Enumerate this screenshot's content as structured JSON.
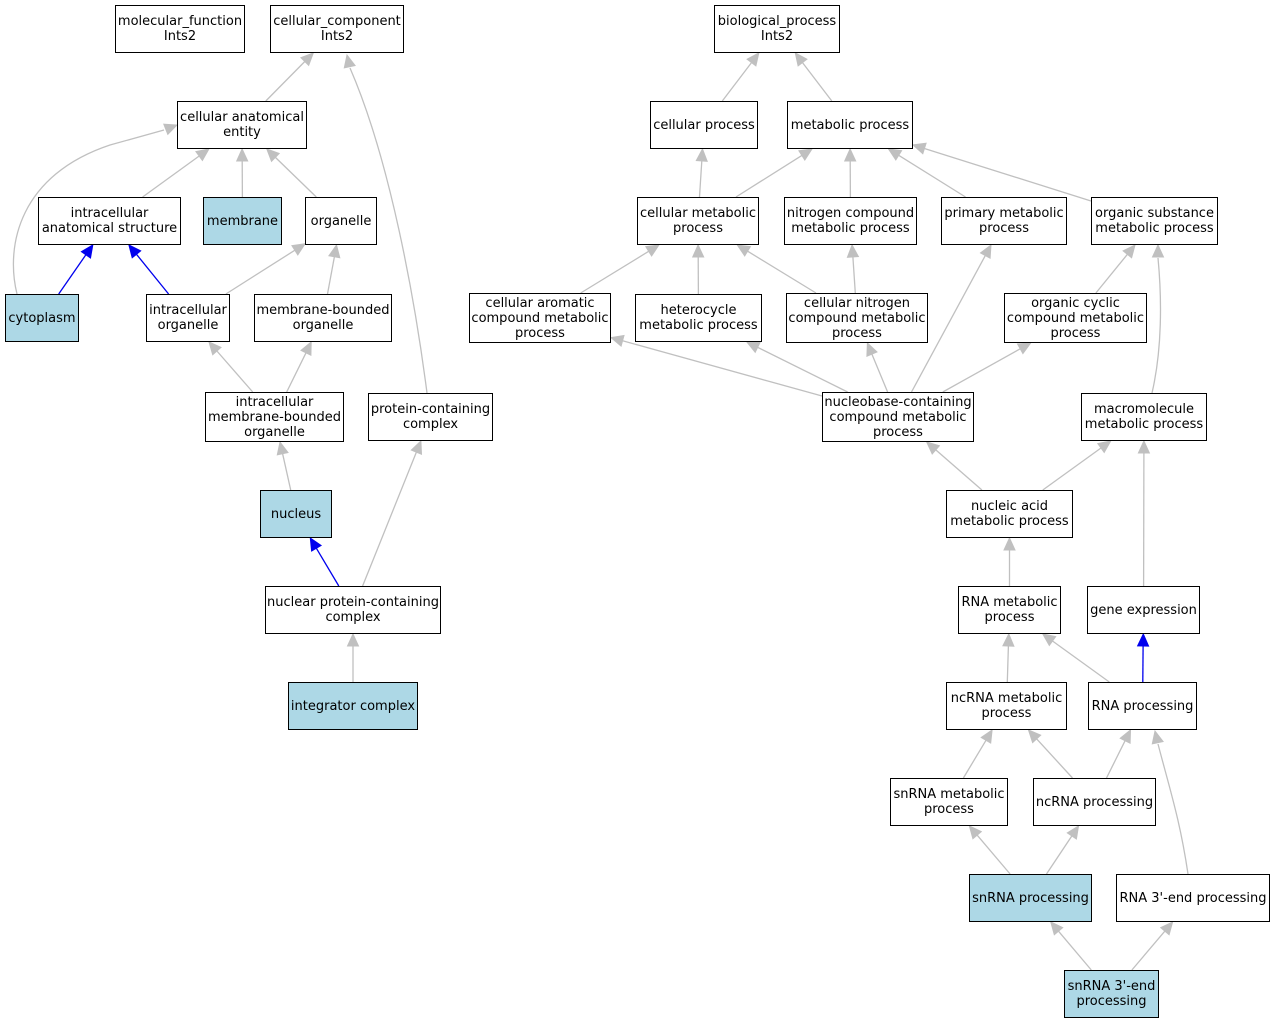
{
  "colors": {
    "highlight": "#add8e6",
    "plain": "#ffffff",
    "edge_gray": "#c0c0c0",
    "edge_blue": "#0000ee"
  },
  "nodes": [
    {
      "id": "mf",
      "label": "molecular_function\nInts2",
      "highlight": false
    },
    {
      "id": "cc",
      "label": "cellular_component\nInts2",
      "highlight": false
    },
    {
      "id": "bp",
      "label": "biological_process\nInts2",
      "highlight": false
    },
    {
      "id": "cae",
      "label": "cellular anatomical\nentity",
      "highlight": false
    },
    {
      "id": "cp",
      "label": "cellular process",
      "highlight": false
    },
    {
      "id": "mp",
      "label": "metabolic process",
      "highlight": false
    },
    {
      "id": "ias",
      "label": "intracellular\nanatomical structure",
      "highlight": false
    },
    {
      "id": "mem",
      "label": "membrane",
      "highlight": true
    },
    {
      "id": "org",
      "label": "organelle",
      "highlight": false
    },
    {
      "id": "cmp",
      "label": "cellular metabolic\nprocess",
      "highlight": false
    },
    {
      "id": "ncmp",
      "label": "nitrogen compound\nmetabolic process",
      "highlight": false
    },
    {
      "id": "pmp",
      "label": "primary metabolic\nprocess",
      "highlight": false
    },
    {
      "id": "osmp",
      "label": "organic substance\nmetabolic process",
      "highlight": false
    },
    {
      "id": "cyto",
      "label": "cytoplasm",
      "highlight": true
    },
    {
      "id": "io",
      "label": "intracellular\norganelle",
      "highlight": false
    },
    {
      "id": "mbo",
      "label": "membrane-bounded\norganelle",
      "highlight": false
    },
    {
      "id": "cacmp",
      "label": "cellular aromatic\ncompound metabolic\nprocess",
      "highlight": false
    },
    {
      "id": "hmp",
      "label": "heterocycle\nmetabolic process",
      "highlight": false
    },
    {
      "id": "cncmp",
      "label": "cellular nitrogen\ncompound metabolic\nprocess",
      "highlight": false
    },
    {
      "id": "occmp",
      "label": "organic cyclic\ncompound metabolic\nprocess",
      "highlight": false
    },
    {
      "id": "imbo",
      "label": "intracellular\nmembrane-bounded\norganelle",
      "highlight": false
    },
    {
      "id": "pcc",
      "label": "protein-containing\ncomplex",
      "highlight": false
    },
    {
      "id": "nbcmp",
      "label": "nucleobase-containing\ncompound metabolic\nprocess",
      "highlight": false
    },
    {
      "id": "macmp",
      "label": "macromolecule\nmetabolic process",
      "highlight": false
    },
    {
      "id": "nuc",
      "label": "nucleus",
      "highlight": true
    },
    {
      "id": "namp",
      "label": "nucleic acid\nmetabolic process",
      "highlight": false
    },
    {
      "id": "npcc",
      "label": "nuclear protein-containing\ncomplex",
      "highlight": false
    },
    {
      "id": "rmp",
      "label": "RNA metabolic\nprocess",
      "highlight": false
    },
    {
      "id": "ge",
      "label": "gene expression",
      "highlight": false
    },
    {
      "id": "intc",
      "label": "integrator complex",
      "highlight": true
    },
    {
      "id": "ncrmp",
      "label": "ncRNA metabolic\nprocess",
      "highlight": false
    },
    {
      "id": "rp",
      "label": "RNA processing",
      "highlight": false
    },
    {
      "id": "snmp",
      "label": "snRNA metabolic\nprocess",
      "highlight": false
    },
    {
      "id": "ncrp",
      "label": "ncRNA processing",
      "highlight": false
    },
    {
      "id": "snp",
      "label": "snRNA processing",
      "highlight": true
    },
    {
      "id": "r3p",
      "label": "RNA 3'-end processing",
      "highlight": false
    },
    {
      "id": "sn3p",
      "label": "snRNA 3'-end\nprocessing",
      "highlight": true
    }
  ],
  "edges": [
    {
      "from": "cae",
      "to": "cc",
      "kind": "is_a"
    },
    {
      "from": "pcc",
      "to": "cc",
      "kind": "is_a"
    },
    {
      "from": "cp",
      "to": "bp",
      "kind": "is_a"
    },
    {
      "from": "mp",
      "to": "bp",
      "kind": "is_a"
    },
    {
      "from": "ias",
      "to": "cae",
      "kind": "is_a"
    },
    {
      "from": "mem",
      "to": "cae",
      "kind": "is_a"
    },
    {
      "from": "org",
      "to": "cae",
      "kind": "is_a"
    },
    {
      "from": "cyto",
      "to": "cae",
      "kind": "is_a"
    },
    {
      "from": "cmp",
      "to": "cp",
      "kind": "is_a"
    },
    {
      "from": "cmp",
      "to": "mp",
      "kind": "is_a"
    },
    {
      "from": "ncmp",
      "to": "mp",
      "kind": "is_a"
    },
    {
      "from": "pmp",
      "to": "mp",
      "kind": "is_a"
    },
    {
      "from": "osmp",
      "to": "mp",
      "kind": "is_a"
    },
    {
      "from": "cyto",
      "to": "ias",
      "kind": "part_of"
    },
    {
      "from": "io",
      "to": "ias",
      "kind": "part_of"
    },
    {
      "from": "io",
      "to": "org",
      "kind": "is_a"
    },
    {
      "from": "mbo",
      "to": "org",
      "kind": "is_a"
    },
    {
      "from": "cacmp",
      "to": "cmp",
      "kind": "is_a"
    },
    {
      "from": "hmp",
      "to": "cmp",
      "kind": "is_a"
    },
    {
      "from": "cncmp",
      "to": "cmp",
      "kind": "is_a"
    },
    {
      "from": "cncmp",
      "to": "ncmp",
      "kind": "is_a"
    },
    {
      "from": "occmp",
      "to": "osmp",
      "kind": "is_a"
    },
    {
      "from": "imbo",
      "to": "io",
      "kind": "is_a"
    },
    {
      "from": "imbo",
      "to": "mbo",
      "kind": "is_a"
    },
    {
      "from": "nbcmp",
      "to": "cacmp",
      "kind": "is_a"
    },
    {
      "from": "nbcmp",
      "to": "hmp",
      "kind": "is_a"
    },
    {
      "from": "nbcmp",
      "to": "cncmp",
      "kind": "is_a"
    },
    {
      "from": "nbcmp",
      "to": "occmp",
      "kind": "is_a"
    },
    {
      "from": "nbcmp",
      "to": "pmp",
      "kind": "is_a"
    },
    {
      "from": "macmp",
      "to": "osmp",
      "kind": "is_a"
    },
    {
      "from": "nuc",
      "to": "imbo",
      "kind": "is_a"
    },
    {
      "from": "namp",
      "to": "nbcmp",
      "kind": "is_a"
    },
    {
      "from": "namp",
      "to": "macmp",
      "kind": "is_a"
    },
    {
      "from": "npcc",
      "to": "nuc",
      "kind": "part_of"
    },
    {
      "from": "npcc",
      "to": "pcc",
      "kind": "is_a"
    },
    {
      "from": "rmp",
      "to": "namp",
      "kind": "is_a"
    },
    {
      "from": "ge",
      "to": "macmp",
      "kind": "is_a"
    },
    {
      "from": "intc",
      "to": "npcc",
      "kind": "is_a"
    },
    {
      "from": "ncrmp",
      "to": "rmp",
      "kind": "is_a"
    },
    {
      "from": "rp",
      "to": "rmp",
      "kind": "is_a"
    },
    {
      "from": "rp",
      "to": "ge",
      "kind": "part_of"
    },
    {
      "from": "snmp",
      "to": "ncrmp",
      "kind": "is_a"
    },
    {
      "from": "ncrp",
      "to": "ncrmp",
      "kind": "is_a"
    },
    {
      "from": "ncrp",
      "to": "rp",
      "kind": "is_a"
    },
    {
      "from": "snp",
      "to": "snmp",
      "kind": "is_a"
    },
    {
      "from": "snp",
      "to": "ncrp",
      "kind": "is_a"
    },
    {
      "from": "r3p",
      "to": "rp",
      "kind": "is_a"
    },
    {
      "from": "sn3p",
      "to": "snp",
      "kind": "is_a"
    },
    {
      "from": "sn3p",
      "to": "r3p",
      "kind": "is_a"
    }
  ]
}
